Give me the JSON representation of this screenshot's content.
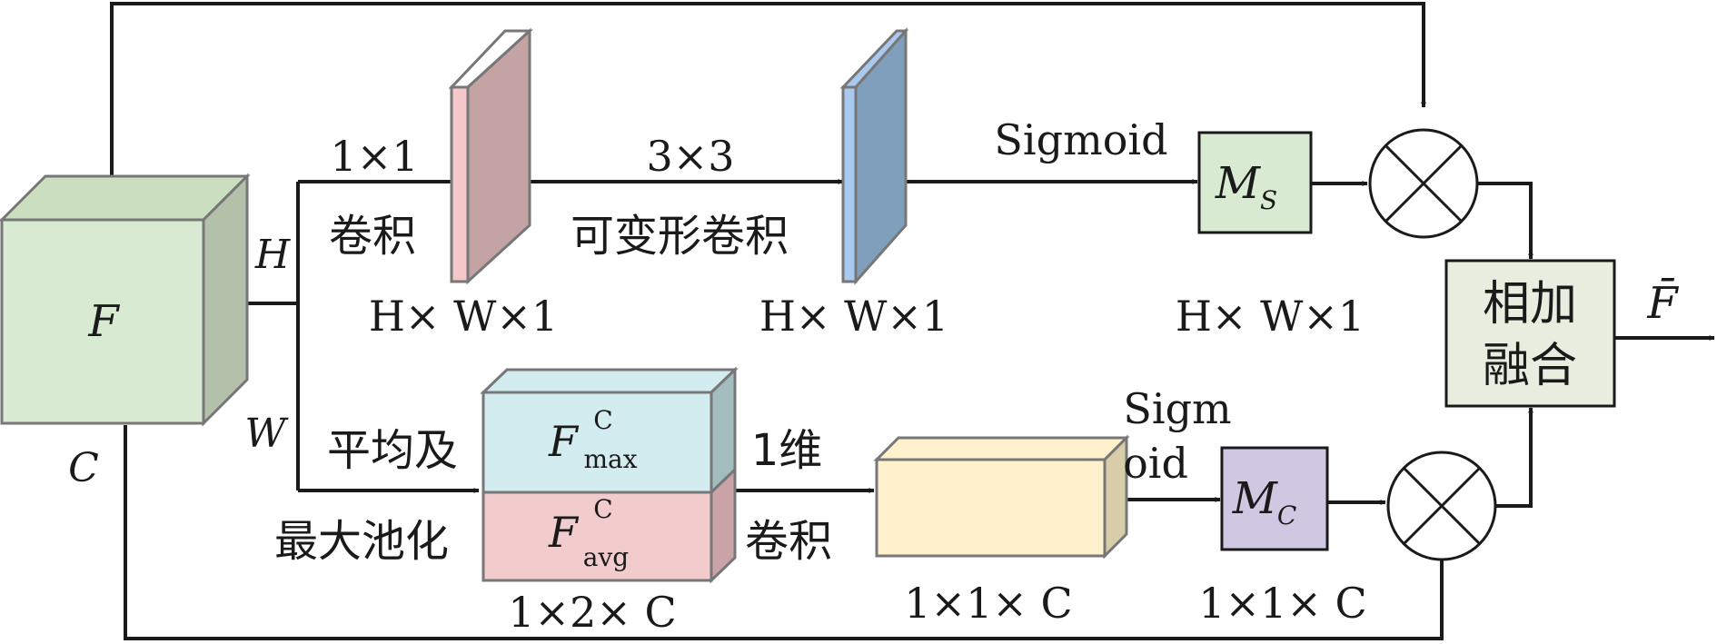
{
  "input": {
    "symbol": "F",
    "dim_h": "H",
    "dim_w": "W",
    "dim_c": "C"
  },
  "spatial": {
    "conv1_top": "1×1",
    "conv1_bottom": "卷积",
    "deform_top": "3×3",
    "deform_bottom": "可变形卷积",
    "sigmoid": "Sigmoid",
    "ms_main": "M",
    "ms_sub": "S",
    "size1": "H× W×1",
    "size2": "H× W×1",
    "size3": "H× W×1"
  },
  "channel": {
    "pool_top": "平均及",
    "pool_bottom": "最大池化",
    "fmax_main": "F",
    "fmax_sup": "C",
    "fmax_sub": "max",
    "favg_main": "F",
    "favg_sup": "C",
    "favg_sub": "avg",
    "stack_size": "1×2× C",
    "conv1d_top": "1维",
    "conv1d_bottom": "卷积",
    "box_size": "1×1× C",
    "sigmoid_top": "Sigm",
    "sigmoid_bottom": "oid",
    "mc_main": "M",
    "mc_sub": "C",
    "mc_size": "1×1× C"
  },
  "fusion": {
    "line1": "相加",
    "line2": "融合",
    "output": "F̄"
  },
  "colors": {
    "input_front": "#d9ead3",
    "input_top": "#c9dfc0",
    "input_side": "#b3c1ab",
    "pink_slab": "#c4a3a4",
    "pink_edge": "#f4c7c8",
    "blue_slab": "#7f9fbd",
    "blue_edge": "#a9c9ee",
    "ms_box": "#d9ead3",
    "fmax_box": "#d3ecef",
    "favg_box": "#f2cccd",
    "yellow_box": "#fff1cc",
    "mc_box": "#d0c8e3",
    "fusion_box": "#e8eedf",
    "stroke": "#1a1a1a"
  }
}
